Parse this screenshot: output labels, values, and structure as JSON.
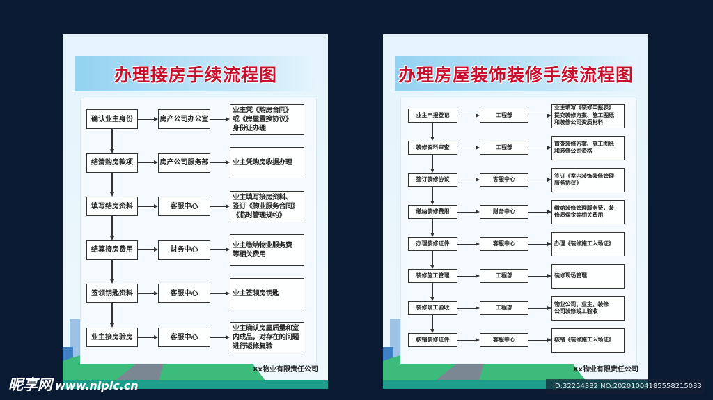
{
  "posters": [
    {
      "title": "办理接房手续流程图",
      "company": "Xx物业有限责任公司",
      "steps": [
        {
          "step": "确认业主身份",
          "dept": "房产公司办公室",
          "desc": "业主凭《购房合同》\n或《房屋置换协议》\n身份证办理"
        },
        {
          "step": "结清购房款项",
          "dept": "房产公司服务部",
          "desc": "业主凭购房收据办理"
        },
        {
          "step": "填写结房资料",
          "dept": "客服中心",
          "desc": "业主填写接房资料、\n签订《物业服务合同》\n《临时管理规约》"
        },
        {
          "step": "结算接房费用",
          "dept": "财务中心",
          "desc": "业主缴纳物业服务费\n等相关费用"
        },
        {
          "step": "签领钥匙资料",
          "dept": "客服中心",
          "desc": "业主签领房钥匙"
        },
        {
          "step": "业主接房验房",
          "dept": "客服中心",
          "desc": "业主确认房屋质量和室\n内成品，对存在的问题\n进行返修复验"
        }
      ]
    },
    {
      "title": "办理房屋装饰装修手续流程图",
      "company": "Xx物业有限责任公司",
      "steps": [
        {
          "step": "业主申报登记",
          "dept": "工程部",
          "desc": "业主填写《装修申报表》\n提交装修方案、施工图纸\n和装修公司资质材料"
        },
        {
          "step": "装修资料审查",
          "dept": "工程部",
          "desc": "审查装修方案、施工图纸\n和装修公司资格"
        },
        {
          "step": "签订装修协议",
          "dept": "客服中心",
          "desc": "签订《室内装饰装修管理\n服务协议》"
        },
        {
          "step": "缴纳装修费用",
          "dept": "财务中心",
          "desc": "缴纳装修管理服务费，装\n修质保金等相关费用"
        },
        {
          "step": "办理装修证件",
          "dept": "客服中心",
          "desc": "办理《装修施工入场证》"
        },
        {
          "step": "装修施工管理",
          "dept": "工程部",
          "desc": "装修现场管理"
        },
        {
          "step": "装修竣工验收",
          "dept": "工程部",
          "desc": "物业公司、业主、装修\n公司装修竣工验收"
        },
        {
          "step": "核销装修证件",
          "dept": "客服中心",
          "desc": "核销《装修施工入场证》"
        }
      ]
    }
  ],
  "watermark": {
    "logo": "昵享网",
    "url": "www.nipic.cn",
    "id": "ID:32254332 NO:20201004185558215083"
  },
  "colors": {
    "background": "#0b1a33",
    "title": "#c8102e",
    "band": "#93d2f1"
  }
}
